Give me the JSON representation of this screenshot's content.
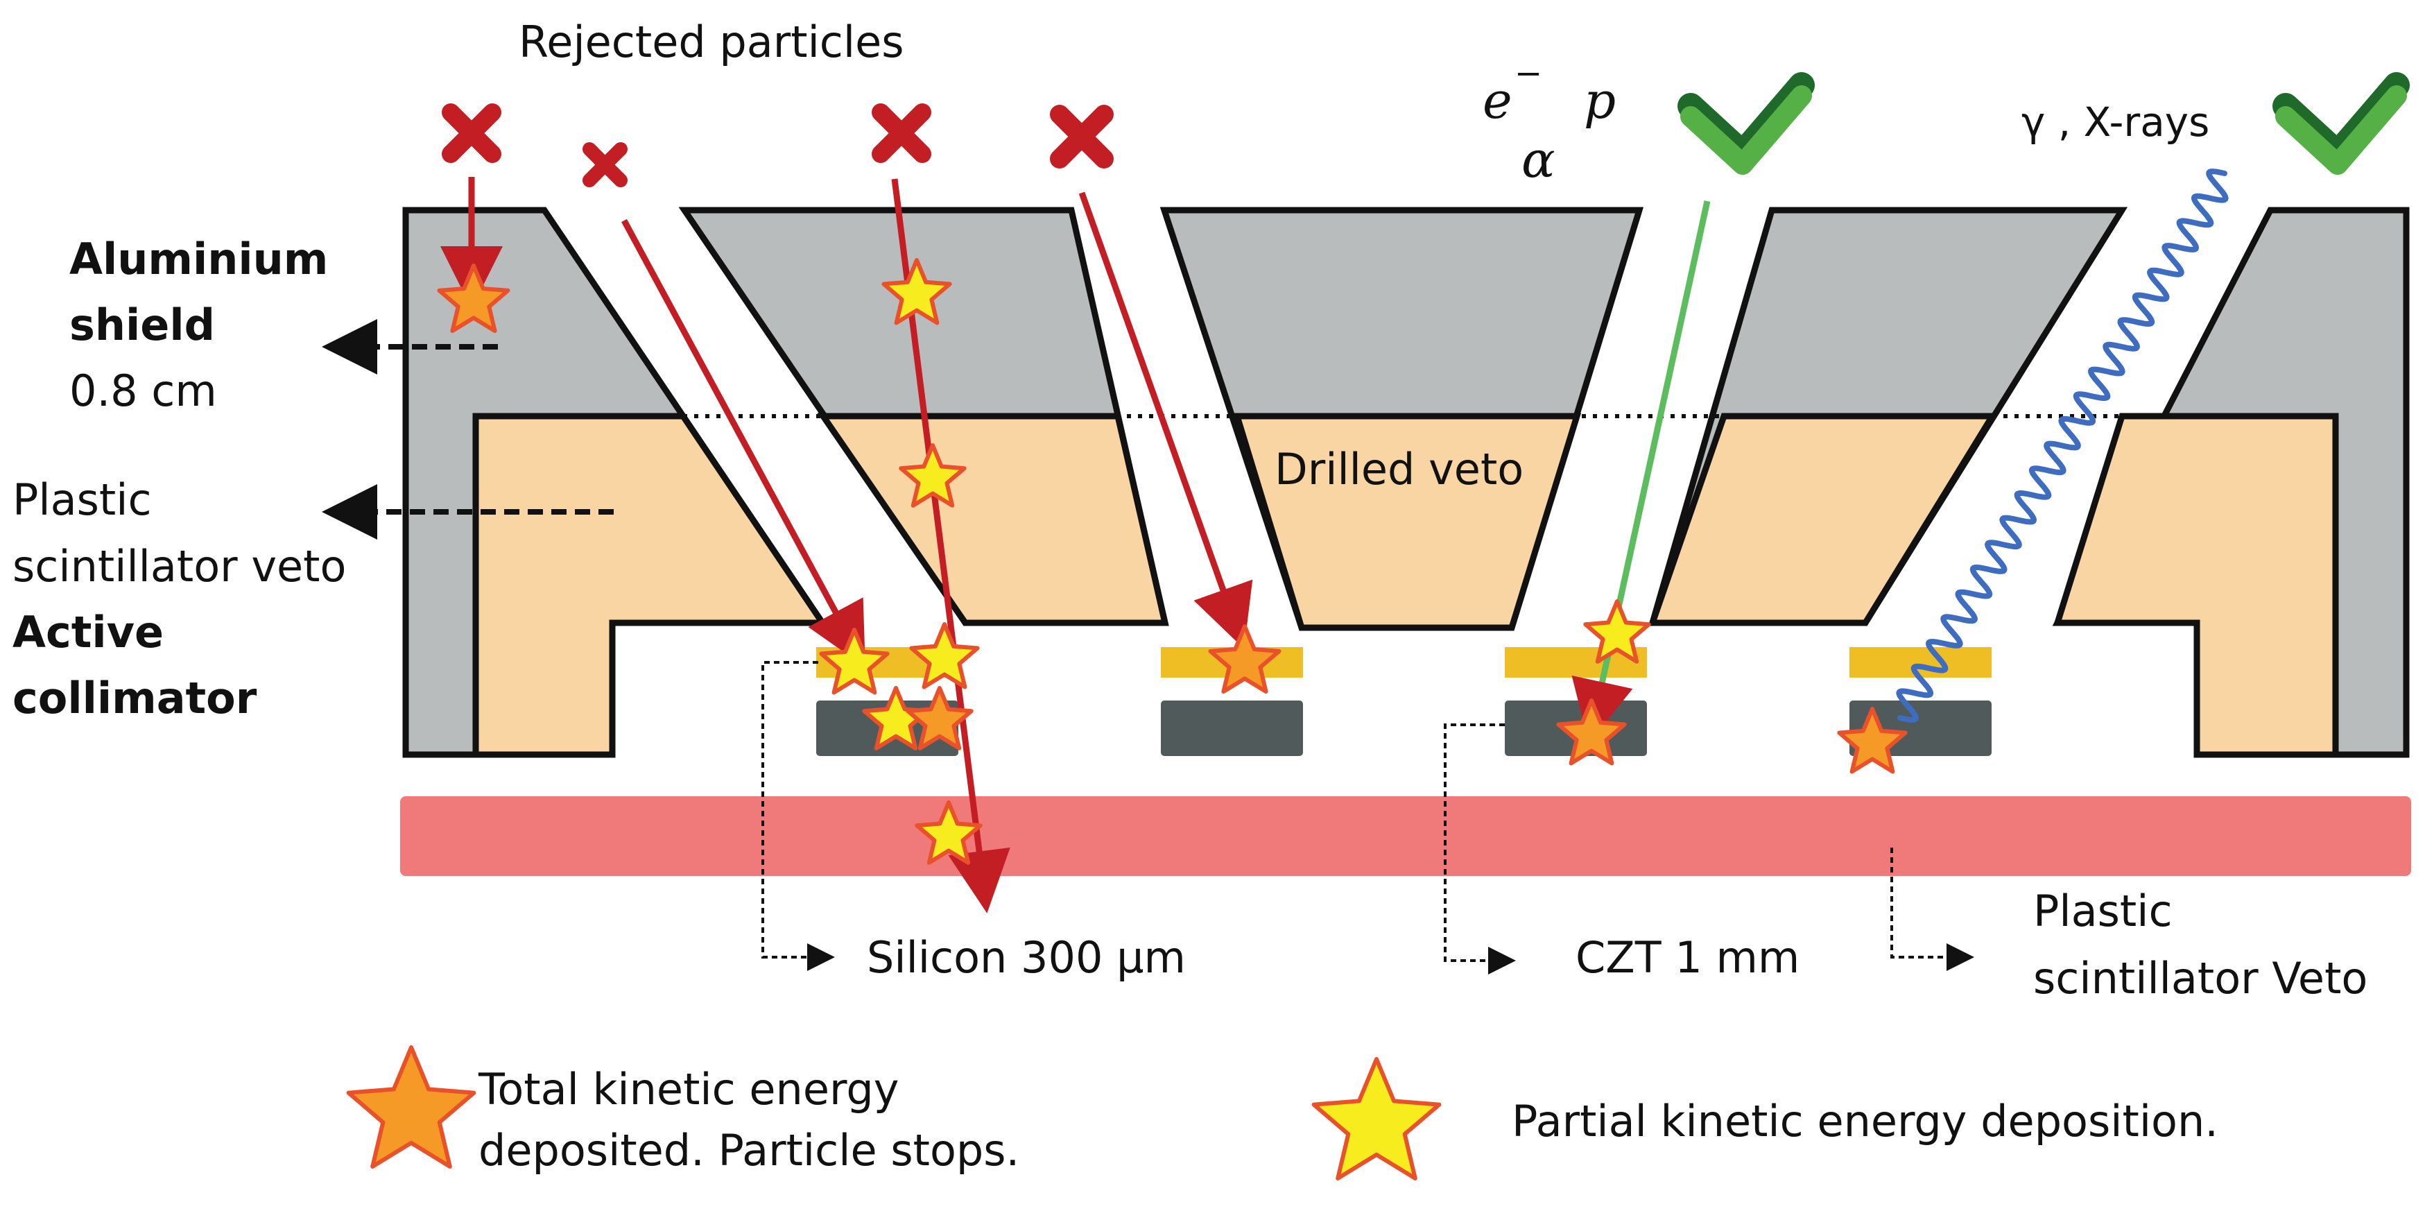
{
  "labels": {
    "rejected": "Rejected particles",
    "shield_title_1": "Aluminium",
    "shield_title_2": "shield",
    "shield_thickness": "0.8 cm",
    "plastic_1": "Plastic",
    "plastic_2": "scintillator veto",
    "active_1": "Active",
    "active_2": "collimator",
    "drilled_veto": "Drilled veto",
    "silicon": "Silicon 300 µm",
    "czt": "CZT 1 mm",
    "bottom_veto_1": "Plastic",
    "bottom_veto_2": "scintillator Veto",
    "electron_symbol": "e",
    "electron_sup": "−",
    "proton_symbol": "p",
    "alpha_symbol": "α",
    "gamma": "γ , X-rays"
  },
  "legend": {
    "total_1": "Total kinetic energy",
    "total_2": "deposited. Particle stops.",
    "partial": "Partial kinetic energy deposition."
  },
  "colors": {
    "shield": "#b8bcbc",
    "plastic": "#f8d5a2",
    "silicon": "#efbe25",
    "czt": "#515a5b",
    "veto_bar": "#f07a7a",
    "rejected_track": "#c41e25",
    "accepted_track": "#5cbd5f",
    "gamma_track": "#3d6cc0",
    "check": "#55b046",
    "check_dark": "#1f6a2a",
    "star_total": "#f59a26",
    "star_partial": "#f6ec1e",
    "star_edge": "#e8512a"
  },
  "icons": {
    "reject": "cross-icon",
    "accept": "checkmark-icon",
    "star_total": "orange-star-icon",
    "star_partial": "yellow-star-icon"
  }
}
